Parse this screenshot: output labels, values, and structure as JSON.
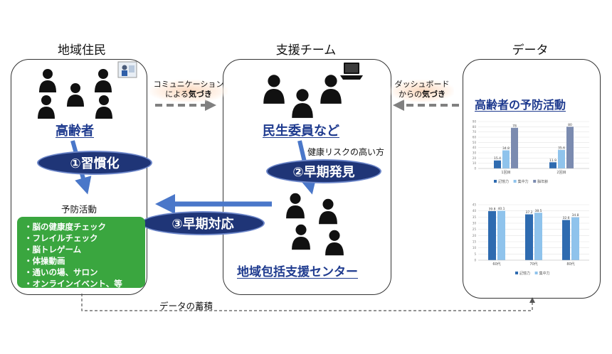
{
  "columns": {
    "residents": "地域住民",
    "support_team": "支援チーム",
    "data": "データ"
  },
  "left": {
    "group_label": "高齢者",
    "step1": "①習慣化",
    "activities_title": "予防活動",
    "activities": [
      "・脳の健康度チェック",
      "・フレイルチェック",
      "・脳トレゲーム",
      "・体操動画",
      "・通いの場、サロン",
      "・オンラインイベント、等"
    ]
  },
  "middle": {
    "group_label": "民生委員など",
    "risk_label": "健康リスクの高い方",
    "step2": "②早期発見",
    "step3": "③早期対応",
    "center_label": "地域包括支援センター"
  },
  "right": {
    "title": "高齢者の予防活動"
  },
  "arrows": {
    "communication_line1": "コミュニケーション",
    "communication_line2": "による",
    "communication_bold": "気づき",
    "dashboard_line1": "ダッシュボード",
    "dashboard_line2": "からの",
    "dashboard_bold": "気づき",
    "data_accumulation": "データの蓄積"
  },
  "chart_data": [
    {
      "type": "bar",
      "categories": [
        "1回目",
        "2回目"
      ],
      "series": [
        {
          "name": "記憶力",
          "values": [
            15.4,
            11.9
          ],
          "color": "#2e6bb0"
        },
        {
          "name": "集中力",
          "values": [
            34.8,
            35.6
          ],
          "color": "#8fc3ec"
        },
        {
          "name": "脳年齢",
          "values": [
            78,
            80
          ],
          "color": "#7b8bb0"
        }
      ],
      "ylim": [
        0,
        90
      ],
      "yticks": [
        "0",
        "10",
        "20",
        "30",
        "40",
        "50",
        "60",
        "70",
        "80",
        "90"
      ]
    },
    {
      "type": "bar",
      "categories": [
        "60代",
        "70代",
        "80代"
      ],
      "series": [
        {
          "name": "記憶力",
          "values": [
            39.8,
            37.2,
            32.6
          ],
          "color": "#2e6bb0"
        },
        {
          "name": "集中力",
          "values": [
            40.1,
            38.5,
            34.8
          ],
          "color": "#8fc3ec"
        }
      ],
      "ylim": [
        0,
        45
      ],
      "yticks": [
        "0",
        "5",
        "10",
        "15",
        "20",
        "25",
        "30",
        "35",
        "40",
        "45"
      ]
    }
  ]
}
